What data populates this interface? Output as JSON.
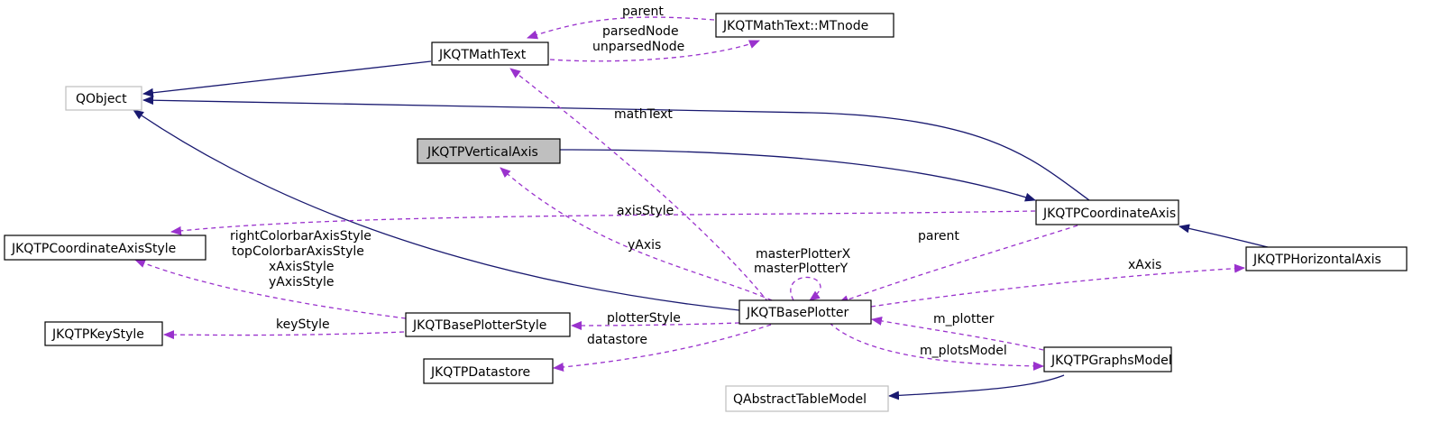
{
  "colors": {
    "inheritance": "#191970",
    "usage": "#9a32cd",
    "selected_fill": "#bfbfbf",
    "external_border": "#bfbfbf"
  },
  "nodes": {
    "qobject": "QObject",
    "mathtext": "JKQTMathText",
    "mtnode": "JKQTMathText::MTnode",
    "vertical_axis": "JKQTPVerticalAxis",
    "coordinate_axis": "JKQTPCoordinateAxis",
    "coordinate_axis_style": "JKQTPCoordinateAxisStyle",
    "horizontal_axis": "JKQTPHorizontalAxis",
    "base_plotter": "JKQTBasePlotter",
    "key_style": "JKQTPKeyStyle",
    "base_plotter_style": "JKQTBasePlotterStyle",
    "datastore": "JKQTPDatastore",
    "graphs_model": "JKQTPGraphsModel",
    "abstract_table_model": "QAbstractTableModel"
  },
  "edge_labels": {
    "parent_top": "parent",
    "parsed_node": "parsedNode",
    "unparsed_node": "unparsedNode",
    "math_text": "mathText",
    "axis_style": "axisStyle",
    "right_colorbar": "rightColorbarAxisStyle",
    "top_colorbar": "topColorbarAxisStyle",
    "x_axis_style": "xAxisStyle",
    "y_axis_style": "yAxisStyle",
    "y_axis": "yAxis",
    "master_x": "masterPlotterX",
    "master_y": "masterPlotterY",
    "parent_mid": "parent",
    "x_axis": "xAxis",
    "key_style": "keyStyle",
    "plotter_style": "plotterStyle",
    "datastore": "datastore",
    "m_plotter": "m_plotter",
    "m_plots_model": "m_plotsModel"
  }
}
